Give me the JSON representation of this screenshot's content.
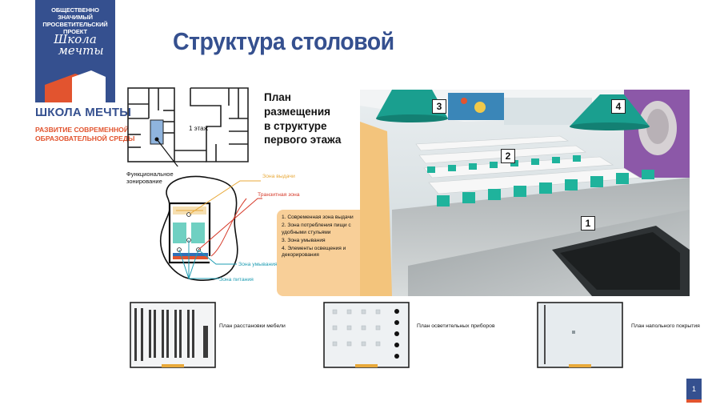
{
  "brand": {
    "tagline_1": "ОБЩЕСТВЕННО ЗНАЧИМЫЙ",
    "tagline_2": "ПРОСВЕТИТЕЛЬСКИЙ ПРОЕКТ",
    "script_1": "Школа",
    "script_2": "мечты",
    "name": "ШКОЛА МЕЧТЫ",
    "sub_1": "РАЗВИТИЕ СОВРЕМЕННОЙ",
    "sub_2": "ОБРАЗОВАТЕЛЬНОЙ СРЕДЫ",
    "colors": {
      "primary": "#35508f",
      "accent": "#e2542f"
    }
  },
  "title": "Структура столовой",
  "floor_plan": {
    "floor_label": "1 этаж",
    "func_label_1": "Функциональное",
    "func_label_2": "зонирование"
  },
  "plan_heading": {
    "line_1": "План размещения",
    "line_2": "в структуре",
    "line_3": "первого этажа"
  },
  "zones": {
    "serve": "Зона выдачи",
    "transit": "Транзитная зона",
    "wash": "Зона умывания",
    "eat": "Зона питания",
    "colors": {
      "serve": "#e8a93a",
      "transit": "#d63a2a",
      "wash": "#1f9db3",
      "eat": "#1f9db3"
    }
  },
  "legend": [
    "1. Современная зона выдачи",
    "2. Зона потребления пищи с удобными стульями",
    "3. Зона умывания",
    "4. Элементы освещения и декорирования"
  ],
  "render_markers": [
    "1",
    "2",
    "3",
    "4"
  ],
  "bottom_plans": {
    "furniture": "План расстановки мебели",
    "lighting": "План осветительных приборов",
    "flooring": "План напольного покрытия"
  },
  "page_number": "1"
}
